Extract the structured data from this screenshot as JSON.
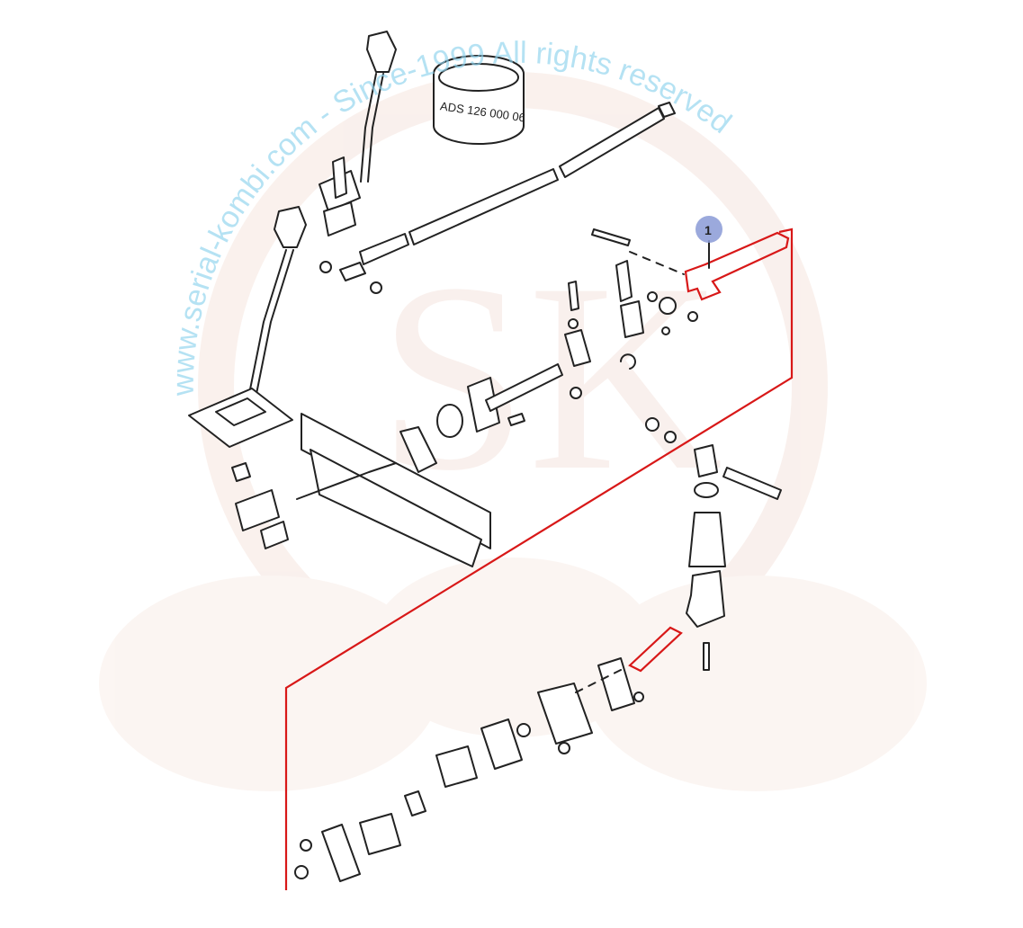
{
  "diagram": {
    "canister_label": "ADS 126 000 06",
    "callout": {
      "number": "1",
      "color": "#8a9ad6"
    },
    "highlight_color": "#d81818",
    "watermark": "www.serial-kombi.com - Since-1999 All rights reserved"
  }
}
